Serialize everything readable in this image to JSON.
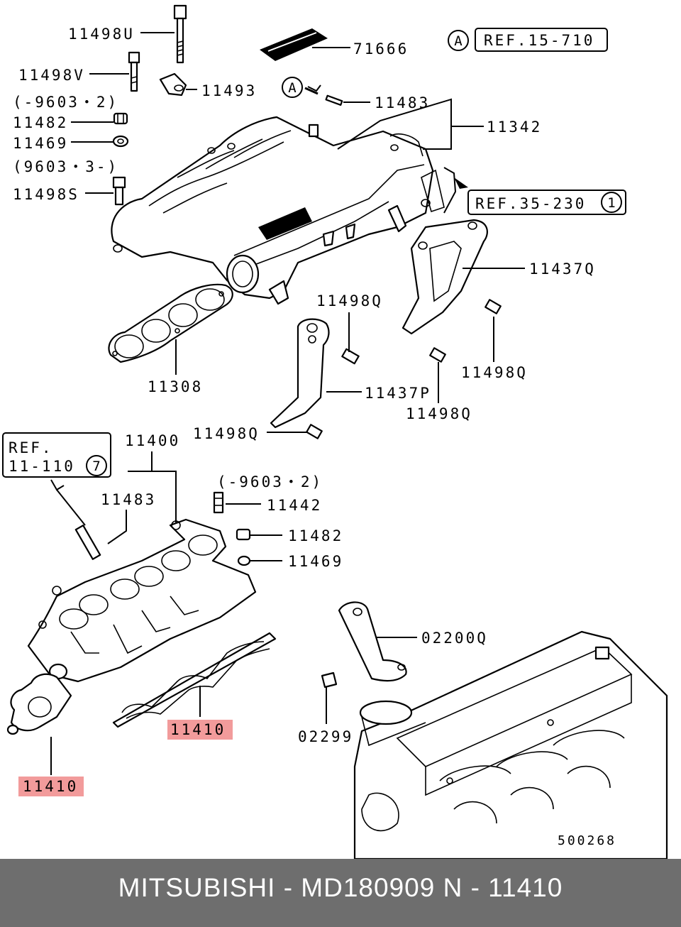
{
  "labels": {
    "p11498U": "11498U",
    "p71666": "71666",
    "refA": "REF.15-710",
    "markerA": "A",
    "p11498V": "11498V",
    "p11493": "11493",
    "range1": "(-9603・2)",
    "p11483_top": "11483",
    "p11482_top": "11482",
    "p11342": "11342",
    "p11469_top": "11469",
    "range2": "(9603・3-)",
    "p11498S": "11498S",
    "ref35": "REF.35-230",
    "ref35_num": "1",
    "p11437Q": "11437Q",
    "p11498Q_a": "11498Q",
    "p11498Q_b": "11498Q",
    "p11308": "11308",
    "p11437P": "11437P",
    "p11498Q_c": "11498Q",
    "p11498Q_d": "11498Q",
    "ref11_line1": "REF.",
    "ref11_line2": "11-110",
    "ref11_num": "7",
    "p11400": "11400",
    "range3": "(-9603・2)",
    "p11483_mid": "11483",
    "p11442": "11442",
    "p11482_mid": "11482",
    "p11469_mid": "11469",
    "p02200Q": "02200Q",
    "p11410_right": "11410",
    "p02299": "02299",
    "p11410_left": "11410",
    "diagram_no": "500268"
  },
  "highlight_color": "#f08a8a",
  "footer": {
    "text": "MITSUBISHI - MD180909     N - 11410",
    "background": "#6e6e6e"
  }
}
